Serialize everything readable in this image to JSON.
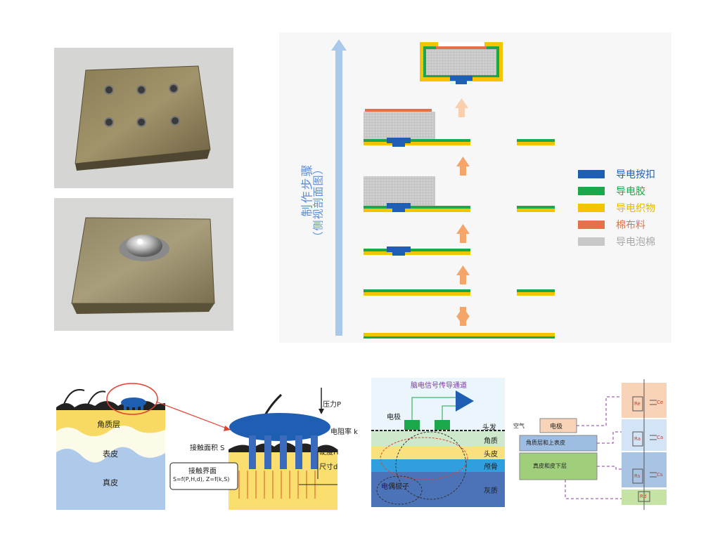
{
  "process_panel": {
    "axis_label_line1": "制作步骤",
    "axis_label_line2": "（侧视剖面图）"
  },
  "legend": [
    {
      "label": "导电按扣",
      "color": "#1f5fb3",
      "text_color": "#1f5fb3"
    },
    {
      "label": "导电胶",
      "color": "#1aa84a",
      "text_color": "#1aa84a"
    },
    {
      "label": "导电织物",
      "color": "#f5c400",
      "text_color": "#e6b800"
    },
    {
      "label": "棉布料",
      "color": "#e5714a",
      "text_color": "#e5714a"
    },
    {
      "label": "导电泡棉",
      "color": "#c8c8c8",
      "text_color": "#a8a8a8"
    }
  ],
  "skin_panel": {
    "layers": [
      "角质层",
      "表皮",
      "真皮"
    ]
  },
  "contact_panel": {
    "pressure": "压力P",
    "resistivity": "电阻率 k",
    "hardness": "硬度H",
    "size": "尺寸d",
    "contact_area": "接触面积 S",
    "interface_title": "接触界面",
    "interface_formula": "S=f(P,H,d), Z=f(k,S)"
  },
  "signal_panel": {
    "title": "脑电信号传导通道",
    "electrode": "电极",
    "hair": "头发",
    "layers": [
      "角质",
      "头皮",
      "颅骨",
      "灰质"
    ],
    "dipole": "电偶极子"
  },
  "circuit_panel": {
    "air": "空气",
    "electrode": "电极",
    "layer1": "角质层和上表皮",
    "layer2": "真皮和皮下层",
    "components": [
      "Re",
      "Ce",
      "Ra",
      "Ca",
      "Rs",
      "Cs",
      "Rd"
    ]
  },
  "colors": {
    "snap": "#1f5fb3",
    "glue": "#1aa84a",
    "fabric": "#f5c400",
    "cotton": "#e5714a",
    "foam": "#c8c8c8",
    "arrow_step": "#f4a66a",
    "axis_arrow": "#a9c8ea"
  }
}
